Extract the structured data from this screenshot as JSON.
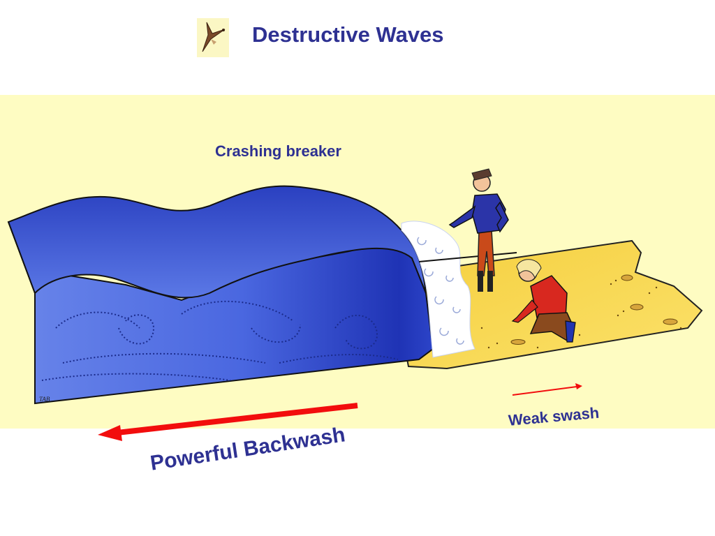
{
  "title": "Destructive Waves",
  "labels": {
    "crashing_breaker": "Crashing breaker",
    "weak_swash": "Weak swash",
    "powerful_backwash": "Powerful Backwash",
    "artist_signature": "TAB"
  },
  "icons": {
    "logo": "bird-icon"
  },
  "colors": {
    "title_text": "#2e3192",
    "label_text": "#2e3192",
    "background_panel": "#fefcc2",
    "beach_sand": "#f7d84c",
    "wave_blue": "#4a67e0",
    "wave_dark": "#2137b8",
    "arrow_red": "#f20d0d",
    "foam": "#ffffff"
  }
}
